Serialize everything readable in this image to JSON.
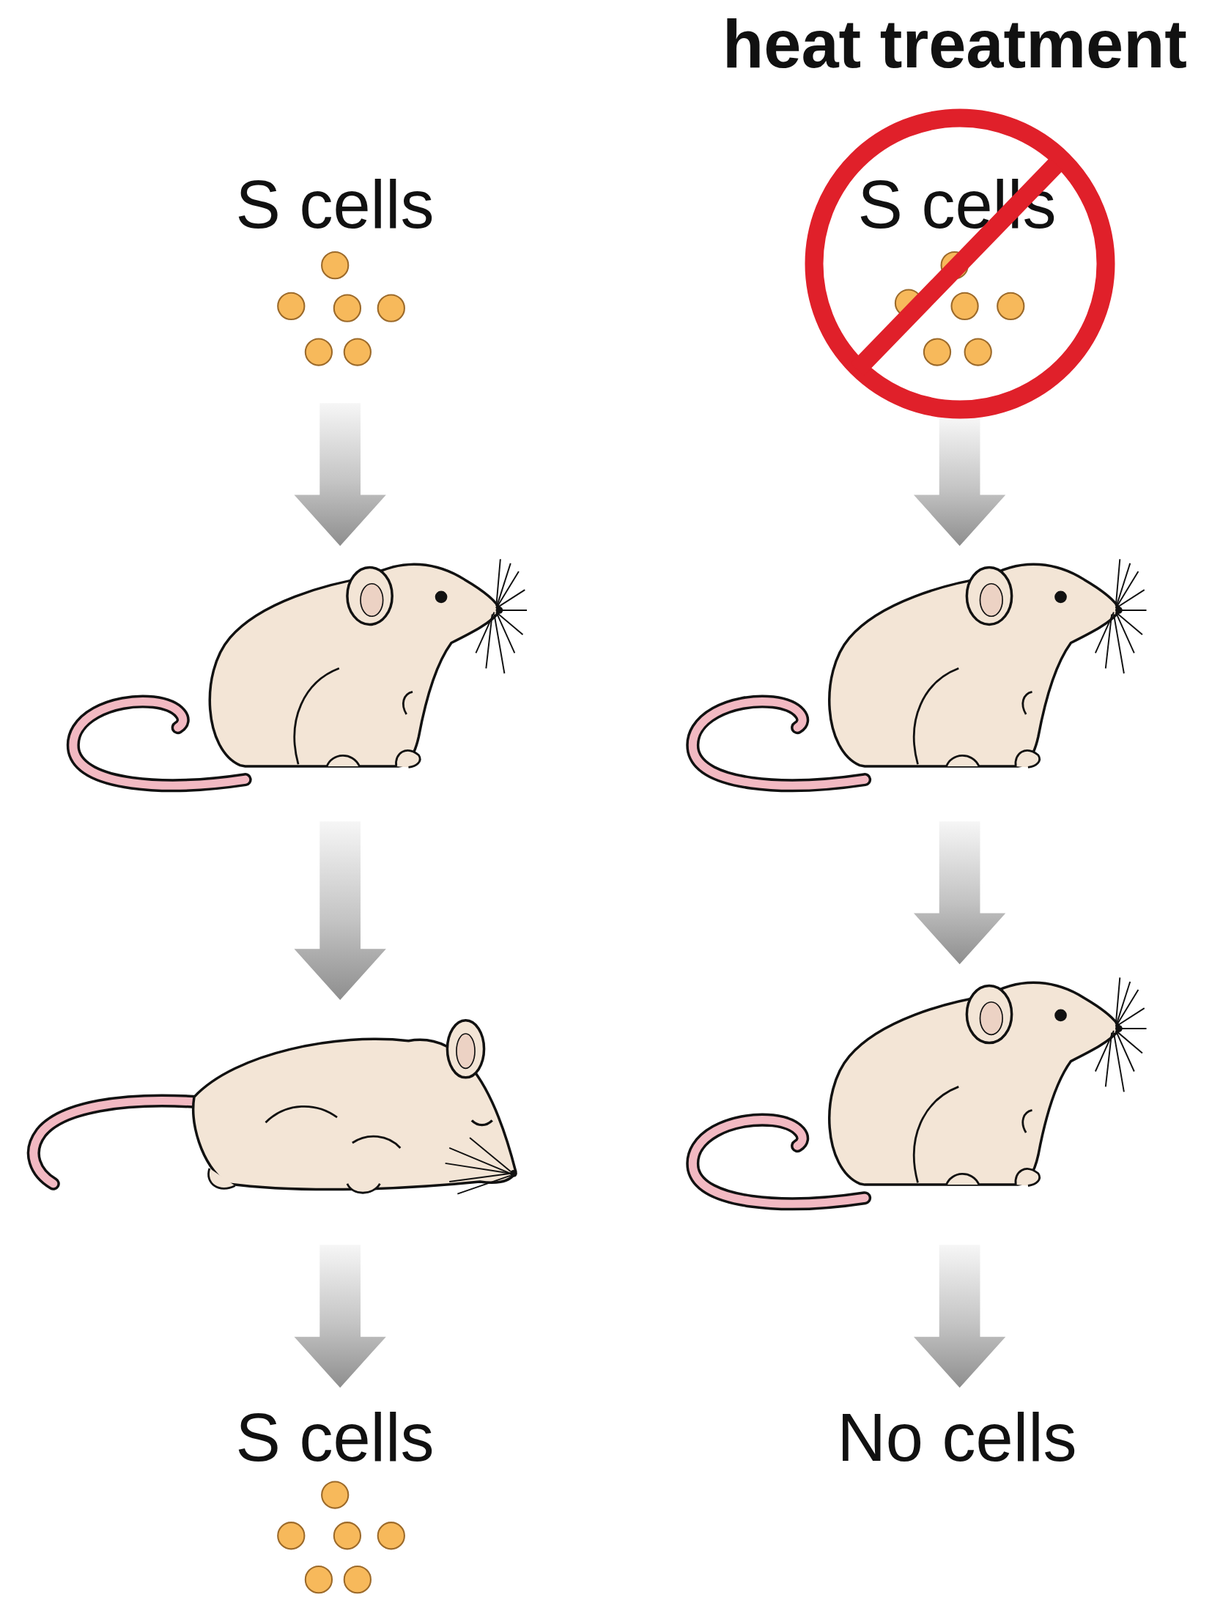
{
  "diagram": {
    "nodes": [
      {
        "text": [
          "S cells"
        ]
      }
    ],
    "labels": [
      "heat treatment",
      "S cells",
      "S cells",
      "No cells"
    ]
  }
}
